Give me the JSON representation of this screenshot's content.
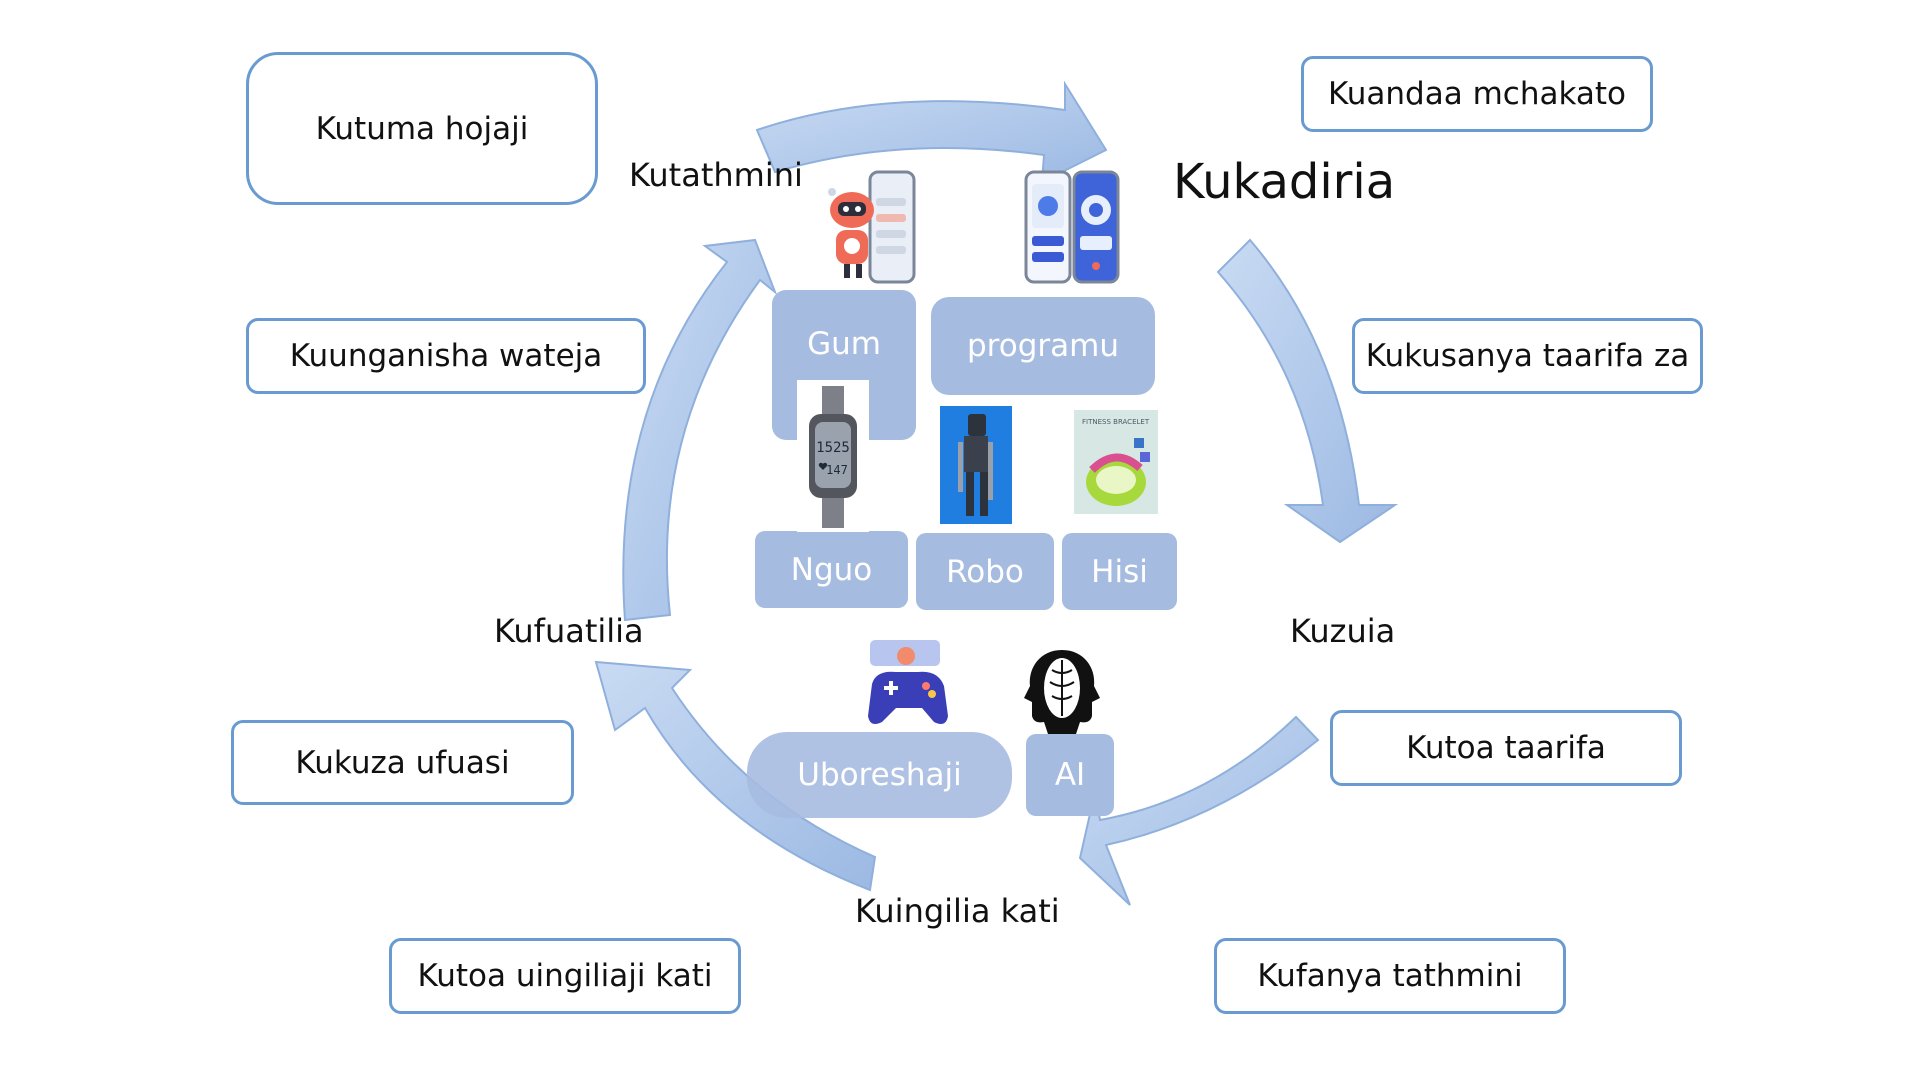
{
  "left_boxes": [
    "Kutuma hojaji",
    "Kuunganisha wateja",
    "Kukuza ufuasi",
    "Kutoa uingiliaji kati"
  ],
  "right_boxes": [
    "Kuandaa mchakato",
    "Kukusanya taarifa za",
    "Kutoa taarifa",
    "Kufanya tathmini"
  ],
  "stages": {
    "kutathmini": "Kutathmini",
    "kukadiria": "Kukadiria",
    "kuzuia": "Kuzuia",
    "kuingilia_kati": "Kuingilia  kati",
    "kufuatilia": "Kufuatilia"
  },
  "tiles": {
    "gum": "Gum",
    "programu": "programu",
    "nguo": "Nguo",
    "robo": "Robo",
    "hisi": "Hisi",
    "uboreshaji": "Uboreshaji",
    "ai": "AI"
  },
  "watch_display": "1525",
  "watch_display_2": "147",
  "bracelet_label": "FITNESS BRACELET",
  "colors": {
    "arrow_fill": "#b4cbec",
    "arrow_stroke": "#8fb0dc",
    "box_border": "#6a9bd0",
    "tile_fill": "#a6bbe0"
  },
  "icons": [
    "chatbot-phone-icon",
    "fitness-app-phones-icon",
    "smartwatch-icon",
    "exoskeleton-robot-icon",
    "fitness-bracelet-icon",
    "gamer-controller-icon",
    "ai-head-icon"
  ]
}
